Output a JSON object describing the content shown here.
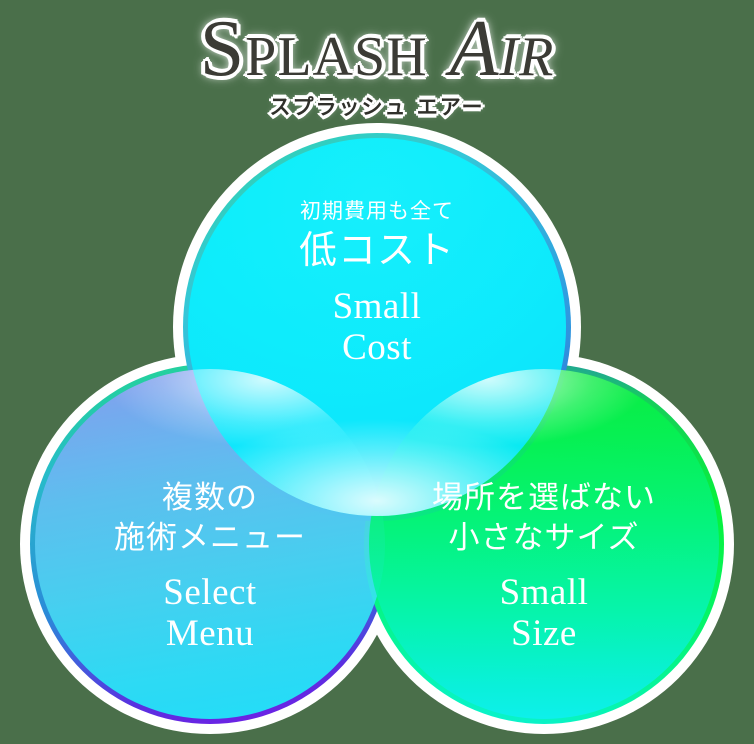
{
  "background_color": "#4a6f4a",
  "header": {
    "title_primary": "Splash",
    "title_secondary": "Air",
    "title_full": "SPLASH AIR",
    "subtitle": "スプラッシュ エアー",
    "title_color": "#3b3b35",
    "title_outline_color": "#ffffff"
  },
  "venn": {
    "circles": [
      {
        "id": "small-cost",
        "position": "top",
        "jp_lead": "初期費用も全て",
        "jp_headline": "低コスト",
        "en_line1": "Small",
        "en_line2": "Cost",
        "fill_color": "#0bf0ff",
        "border_color": "#2f9fe0",
        "text_color": "#ffffff"
      },
      {
        "id": "select-menu",
        "position": "bottom-left",
        "jp_lead": "複数の",
        "jp_headline": "施術メニュー",
        "en_line1": "Select",
        "en_line2": "Menu",
        "fill_color": "#63c0f2",
        "border_color": "#7b18e8",
        "text_color": "#ffffff"
      },
      {
        "id": "small-size",
        "position": "bottom-right",
        "jp_lead": "場所を選ばない",
        "jp_headline": "小さなサイズ",
        "en_line1": "Small",
        "en_line2": "Size",
        "fill_color": "#06f252",
        "border_color": "#06f23a",
        "text_color": "#ffffff"
      }
    ]
  }
}
